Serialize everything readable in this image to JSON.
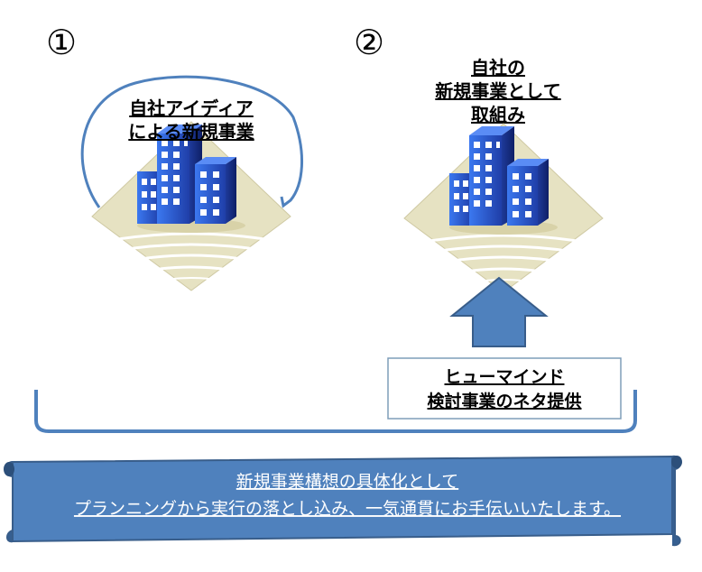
{
  "step1": {
    "number": "①",
    "label_line1": "自社アイディア",
    "label_line2": "による新規事業"
  },
  "step2": {
    "number": "②",
    "label_line1": "自社の",
    "label_line2": "新規事業として",
    "label_line3": "取組み"
  },
  "provider_box": {
    "line1": "ヒューマインド",
    "line2": "検討事業のネタ提供"
  },
  "banner": {
    "line1": "新規事業構想の具体化として",
    "line2": "プランニングから実行の落とし込み、一気通貫にお手伝いいたします。"
  },
  "colors": {
    "brace": "#4f81bd",
    "arrow_fill": "#4f81bd",
    "banner_fill": "#4f81bd",
    "banner_text": "#ffffff",
    "diamond": "#e8e3c4",
    "building_blue": "#2a5fd6"
  }
}
